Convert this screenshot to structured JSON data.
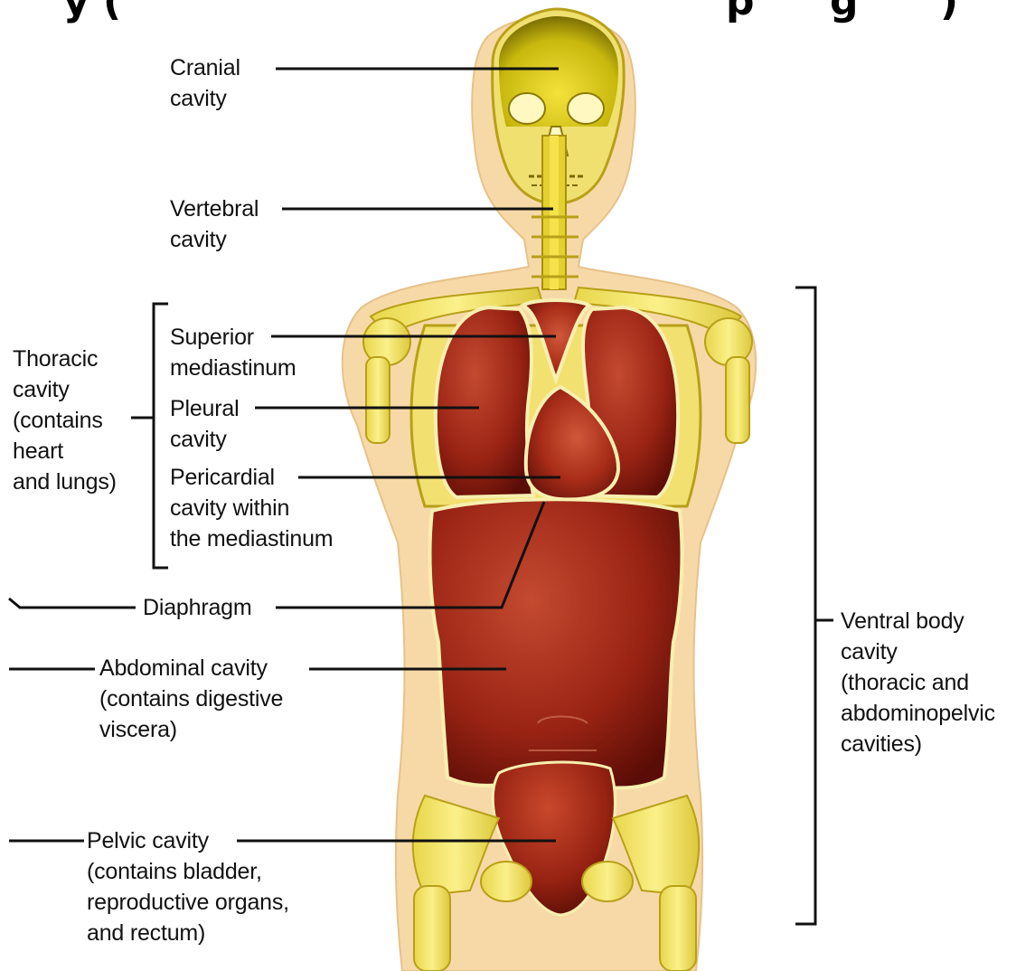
{
  "diagram": {
    "title_left_fragment": "y (",
    "title_right_fragment": "p",
    "title_right_fragment2": "g",
    "title_right_fragment3": ")",
    "labels": {
      "cranial": "Cranial\ncavity",
      "vertebral": "Vertebral\ncavity",
      "thoracic": "Thoracic\ncavity\n(contains\nheart\nand lungs)",
      "superior": "Superior\nmediastinum",
      "pleural": "Pleural\ncavity",
      "pericardial": "Pericardial\ncavity within\nthe mediastinum",
      "diaphragm": "Diaphragm",
      "abdominal": "Abdominal cavity\n(contains digestive\nviscera)",
      "pelvic": "Pelvic cavity\n(contains bladder,\nreproductive organs,\nand rectum)",
      "ventral": "Ventral body\ncavity\n(thoracic and\nabdominopelvic\ncavities)"
    }
  }
}
